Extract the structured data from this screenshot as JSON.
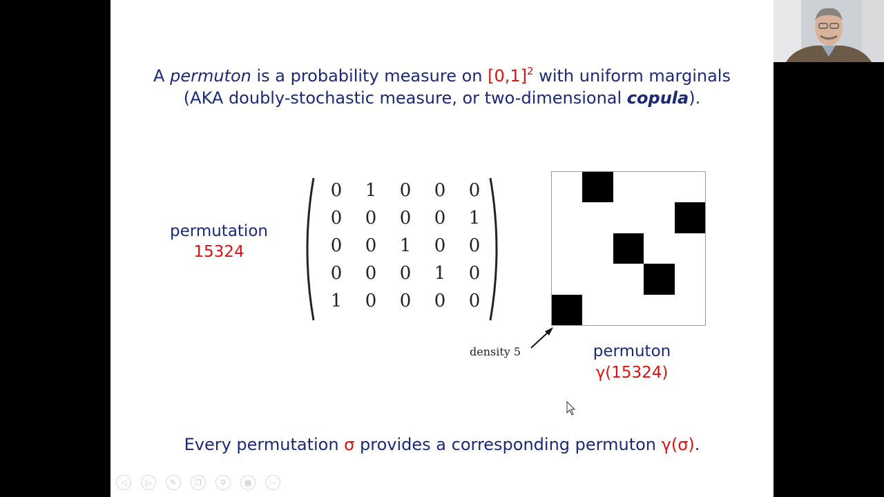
{
  "slide": {
    "intro": {
      "p1_a": "A ",
      "p1_permuton": "permuton",
      "p1_b": " is a probability measure on ",
      "p1_interval": "[0,1]",
      "p1_exp": "2",
      "p1_c": " with uniform marginals",
      "p2_a": "(AKA doubly-stochastic measure, or two-dimensional ",
      "p2_copula": "copula",
      "p2_b": ")."
    },
    "permutation_label": "permutation",
    "permutation_value": "15324",
    "matrix": [
      [
        "0",
        "1",
        "0",
        "0",
        "0"
      ],
      [
        "0",
        "0",
        "0",
        "0",
        "1"
      ],
      [
        "0",
        "0",
        "1",
        "0",
        "0"
      ],
      [
        "0",
        "0",
        "0",
        "1",
        "0"
      ],
      [
        "1",
        "0",
        "0",
        "0",
        "0"
      ]
    ],
    "density_label": "density 5",
    "permuton_label": "permuton",
    "permuton_value": "γ(15324)",
    "bottom": {
      "a": "Every permutation ",
      "sigma": "σ",
      "b": " provides a corresponding permuton ",
      "gamma": "γ(σ)",
      "c": "."
    }
  },
  "colors": {
    "navy_text": "#1a2a78",
    "red_text": "#e01010",
    "background": "#000000",
    "slide_background": "#ffffff"
  },
  "nav_controls": [
    "prev-icon",
    "next-icon",
    "pen-icon",
    "copy-icon",
    "zoom-icon",
    "grid-icon",
    "more-icon"
  ]
}
